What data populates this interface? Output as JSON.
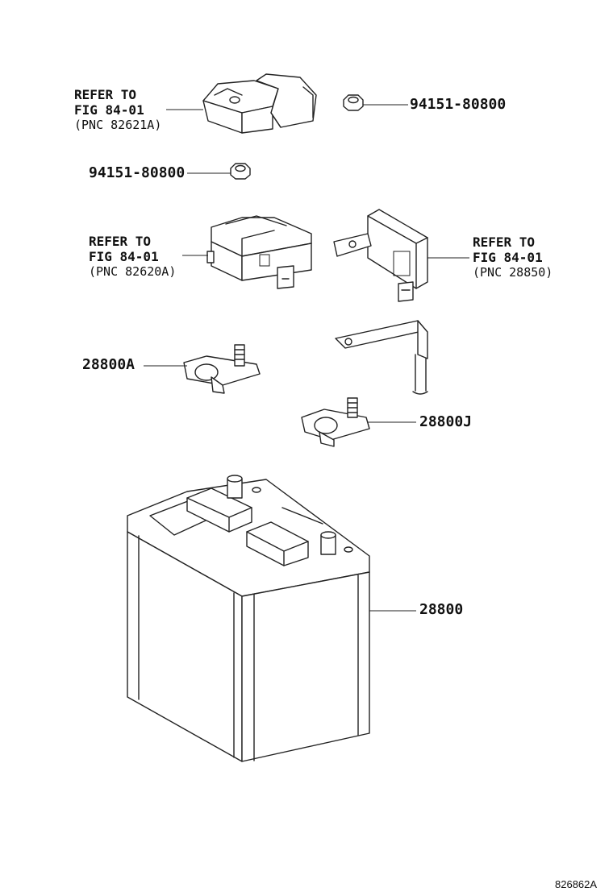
{
  "callouts": {
    "top_left": {
      "line1": "REFER TO",
      "line2": "FIG 84-01",
      "line3": "(PNC 82621A)"
    },
    "mid_left": {
      "line1": "REFER TO",
      "line2": "FIG 84-01",
      "line3": "(PNC 82620A)"
    },
    "mid_right": {
      "line1": "REFER TO",
      "line2": "FIG 84-01",
      "line3": "(PNC 28850)"
    }
  },
  "parts": {
    "nut_top": "94151-80800",
    "nut_left": "94151-80800",
    "terminal_a": "28800A",
    "terminal_j": "28800J",
    "battery": "28800"
  },
  "figure_ref": "826862A"
}
